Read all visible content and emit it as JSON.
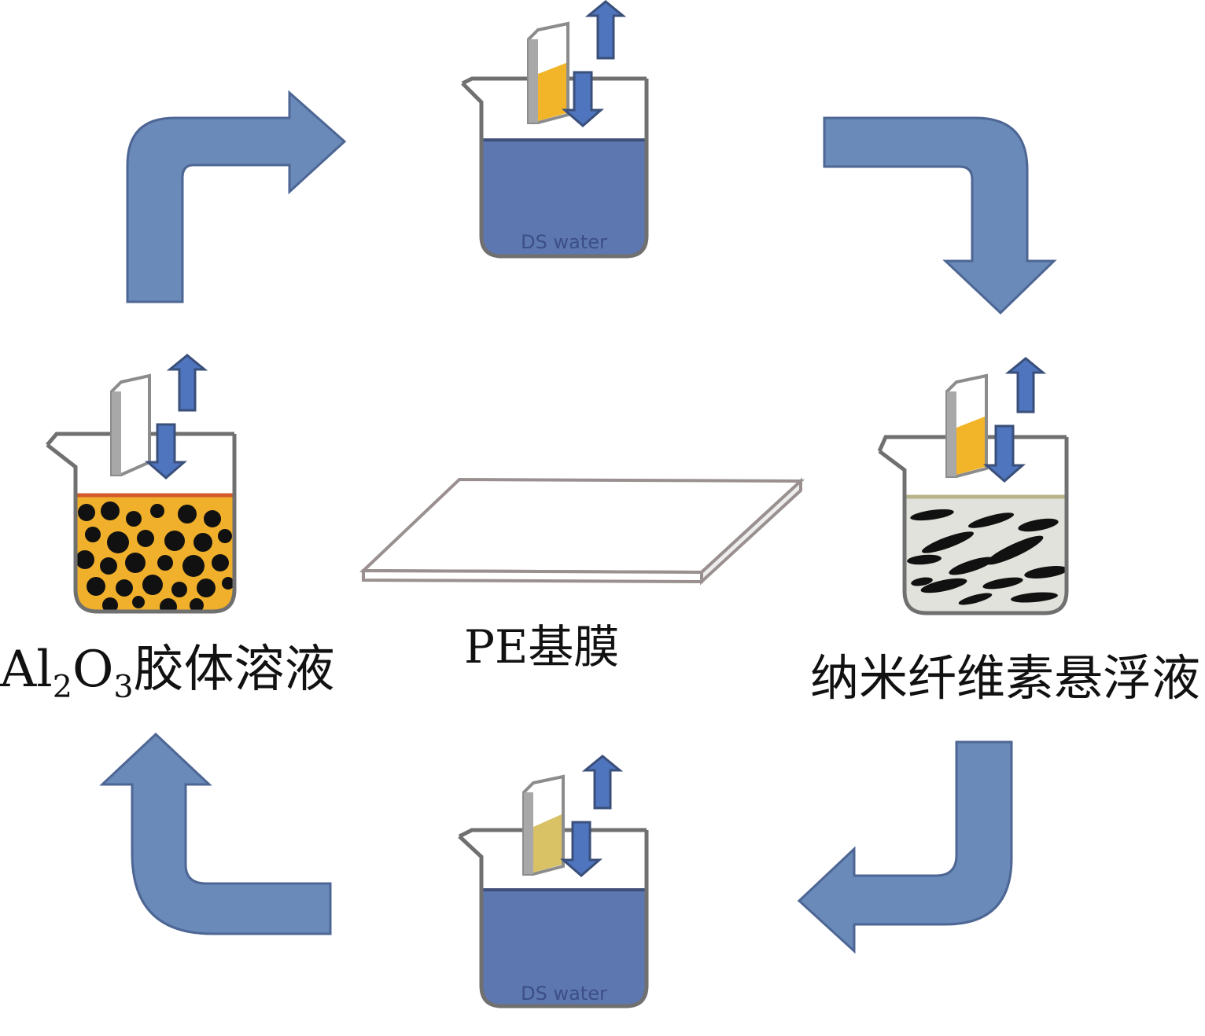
{
  "diagram": {
    "title": "Layer-by-layer dip coating cycle on PE separator",
    "colors": {
      "cycle_arrow": "#6a8ab9",
      "cycle_arrow_edge": "#4d6694",
      "small_arrow": "#4f75bf",
      "water": "#5d77b0",
      "water_text": "#3c4f86",
      "alumina_fill": "#f0b02c",
      "alumina_surface": "#d45a2a",
      "cellulose_fill": "#e2e2dc",
      "cellulose_surface": "#b8b48a",
      "film_coated_yellow": "#f2b52a",
      "film_coated_pale": "#d9c265",
      "beaker_stroke": "#707070"
    },
    "nodes": [
      {
        "id": "top",
        "type": "beaker",
        "liquid": "DS water",
        "label": "DS water"
      },
      {
        "id": "right",
        "type": "beaker",
        "liquid": "cellulose nanofiber suspension",
        "label": "纳米纤维素悬浮液"
      },
      {
        "id": "bottom",
        "type": "beaker",
        "liquid": "DS water",
        "label": "DS water"
      },
      {
        "id": "left",
        "type": "beaker",
        "liquid": "Al2O3 colloid",
        "label_parts": {
          "el1": "Al",
          "sub1": "2",
          "el2": "O",
          "sub2": "3",
          "rest": "胶体溶液"
        }
      },
      {
        "id": "center",
        "type": "film",
        "label": "PE基膜"
      }
    ],
    "cycle": [
      "left",
      "top",
      "right",
      "bottom",
      "left"
    ]
  }
}
